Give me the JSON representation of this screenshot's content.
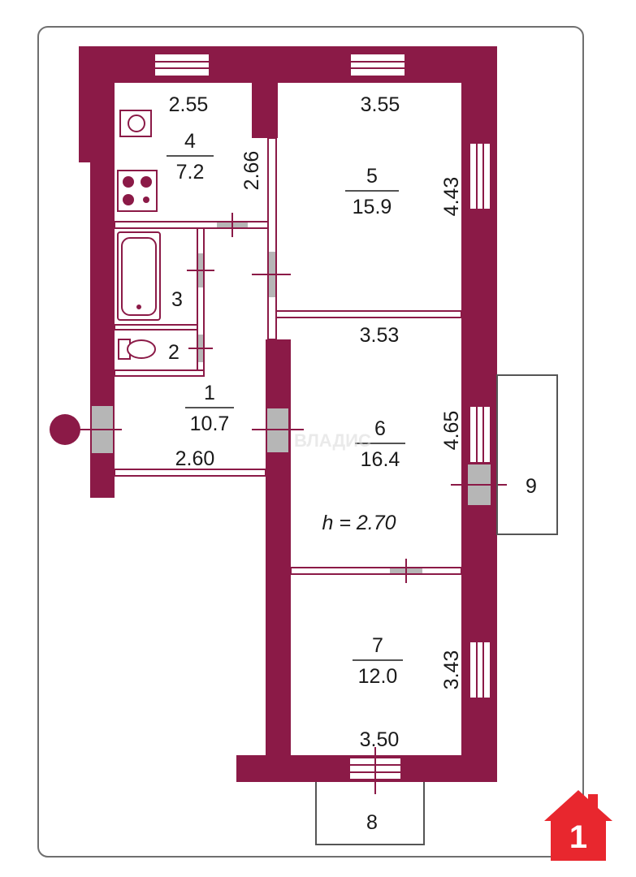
{
  "colors": {
    "wall": "#8b1a47",
    "window_gray": "#b6b6b6",
    "outline": "#6f6f6f",
    "logo_red": "#e8272e",
    "text": "#1a1a1a"
  },
  "rooms": [
    {
      "id": "1",
      "number": "1",
      "area": "10.7"
    },
    {
      "id": "2",
      "number": "2",
      "area": ""
    },
    {
      "id": "3",
      "number": "3",
      "area": ""
    },
    {
      "id": "4",
      "number": "4",
      "area": "7.2"
    },
    {
      "id": "5",
      "number": "5",
      "area": "15.9"
    },
    {
      "id": "6",
      "number": "6",
      "area": "16.4"
    },
    {
      "id": "7",
      "number": "7",
      "area": "12.0"
    },
    {
      "id": "8",
      "number": "8",
      "area": ""
    },
    {
      "id": "9",
      "number": "9",
      "area": ""
    }
  ],
  "dimensions": {
    "kitchen_width": "2.55",
    "kitchen_depth": "2.66",
    "room5_width": "3.55",
    "room5_depth": "4.43",
    "room6_width": "3.53",
    "room6_depth": "4.65",
    "hall_width": "2.60",
    "room7_width": "3.50",
    "room7_depth": "3.43"
  },
  "ceiling_height": "h = 2.70",
  "watermark": "ВЛАДИС",
  "icons": [
    "washing-machine-icon",
    "stove-icon",
    "bathtub-icon",
    "toilet-icon",
    "entrance-marker-icon",
    "house-logo-icon"
  ]
}
